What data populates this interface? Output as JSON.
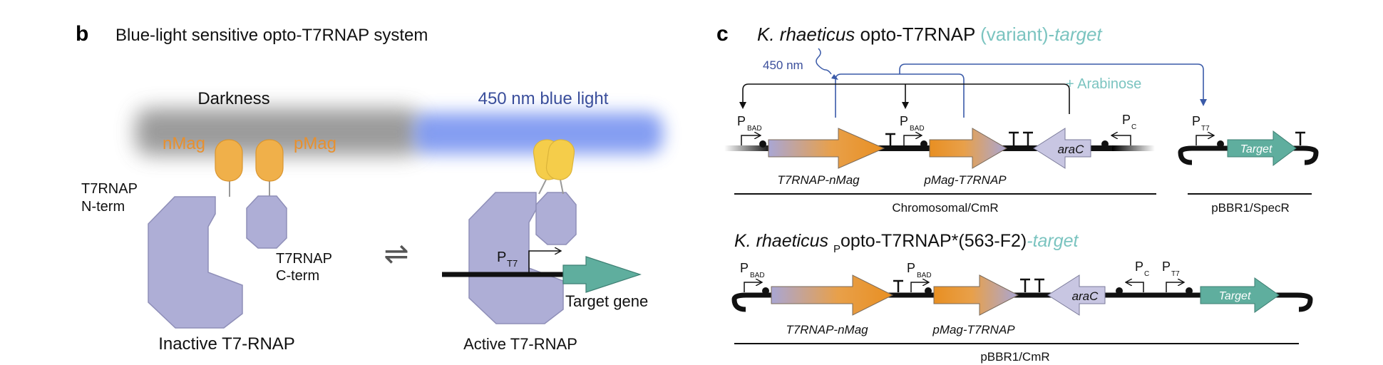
{
  "panel_b": {
    "letter": "b",
    "title": "Blue-light sensitive opto-T7RNAP system",
    "darkness_label": "Darkness",
    "blue_light_label": "450 nm blue light",
    "nmag_label": "nMag",
    "pmag_label": "pMag",
    "nterm_line1": "T7RNAP",
    "nterm_line2": "N-term",
    "cterm_line1": "T7RNAP",
    "cterm_line2": "C-term",
    "equilibrium_symbol": "⇌",
    "inactive_label": "Inactive T7-RNAP",
    "active_label": "Active T7-RNAP",
    "promoter_p": "P",
    "promoter_sub": "T7",
    "target_gene_label": "Target gene"
  },
  "panel_c": {
    "letter": "c",
    "title_italic": "K. rhaeticus",
    "title_rest": " opto-T7RNAP ",
    "title_variant": "(variant)-",
    "title_target": "target",
    "light_label": "450 nm",
    "arabinose_label": "+ Arabinose",
    "p_letter": "P",
    "bad_sub": "BAD",
    "c_sub": "C",
    "t7_sub": "T7",
    "gene_t7rnap_nmag": "T7RNAP-nMag",
    "gene_pmag_t7rnap": "pMag-T7RNAP",
    "gene_arac": "araC",
    "gene_target": "Target",
    "chromosomal_label": "Chromosomal/CmR",
    "pbbr1_specr_label": "pBBR1/SpecR",
    "title2_italic": "K. rhaeticus",
    "title2_sub": "P",
    "title2_rest": "opto-T7RNAP*(563-F2)",
    "title2_target": "-target",
    "pbbr1_cmr_label": "pBBR1/CmR"
  },
  "colors": {
    "nmag_text": "#e8902e",
    "mag_fill": "#f0b04a",
    "mag_active_fill": "#f5cd4a",
    "rnap_fill": "#aeaed6",
    "target_fill": "#5fae9e",
    "blue_text": "#3a4e9b",
    "teal_text": "#7bc4c0"
  }
}
